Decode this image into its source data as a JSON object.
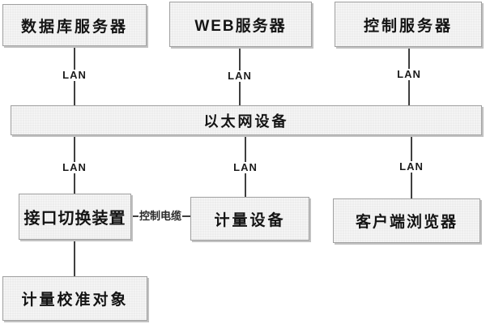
{
  "diagram": {
    "title": "metering-calibration-network-topology",
    "nodes": {
      "db_server": {
        "label": "数据库服务器"
      },
      "web_server": {
        "label": "WEB服务器"
      },
      "control_server": {
        "label": "控制服务器"
      },
      "ethernet_device": {
        "label": "以太网设备"
      },
      "interface_switch": {
        "label": "接口切换装置"
      },
      "measuring_device": {
        "label": "计量设备"
      },
      "client_browser": {
        "label": "客户端浏览器"
      },
      "calibration_object": {
        "label": "计量校准对象"
      }
    },
    "edge_labels": {
      "lan": "LAN",
      "control_cable": "控制电缆"
    },
    "edges": [
      {
        "from": "db_server",
        "to": "ethernet_device",
        "label": "LAN"
      },
      {
        "from": "web_server",
        "to": "ethernet_device",
        "label": "LAN"
      },
      {
        "from": "control_server",
        "to": "ethernet_device",
        "label": "LAN"
      },
      {
        "from": "ethernet_device",
        "to": "interface_switch",
        "label": "LAN"
      },
      {
        "from": "ethernet_device",
        "to": "measuring_device",
        "label": "LAN"
      },
      {
        "from": "ethernet_device",
        "to": "client_browser",
        "label": "LAN"
      },
      {
        "from": "interface_switch",
        "to": "measuring_device",
        "label": "控制电缆"
      },
      {
        "from": "interface_switch",
        "to": "calibration_object",
        "label": ""
      }
    ],
    "colors": {
      "background": "#ffffff",
      "node_fill": "#ededed",
      "node_border": "#a1a1a1",
      "node_shadow": "#c2c2c2",
      "line": "#3f3f3f",
      "text": "#141414"
    }
  }
}
